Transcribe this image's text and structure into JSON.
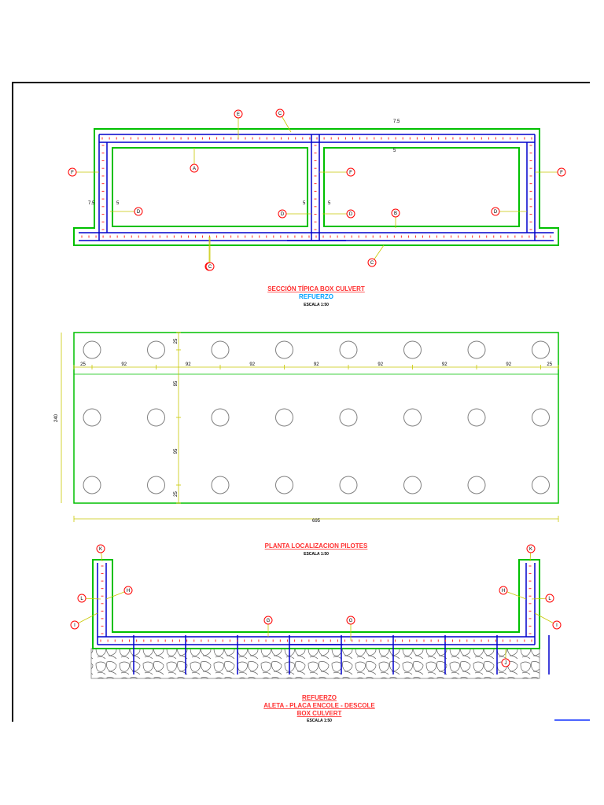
{
  "section": {
    "title": "SECCIÓN TÍPICA BOX CULVERT",
    "subtitle": "REFUERZO",
    "scale": "ESCALA 1:50",
    "labels": [
      "E",
      "C",
      "A",
      "F",
      "F",
      "F",
      "D",
      "D",
      "D",
      "D",
      "B",
      "C",
      "C",
      "C"
    ],
    "dims": [
      "7.5",
      "5",
      "7.5",
      "5",
      "5",
      "5"
    ]
  },
  "plan": {
    "title": "PLANTA LOCALIZACION PILOTES",
    "scale": "ESCALA 1:50",
    "overall_length": "695",
    "overall_height": "240",
    "spacings": [
      "25",
      "92",
      "92",
      "92",
      "92",
      "92",
      "92",
      "92",
      "25"
    ],
    "vertical_dims": [
      "25",
      "95",
      "95",
      "25"
    ],
    "rows": 3,
    "cols": 8
  },
  "wingwall": {
    "title1": "REFUERZO",
    "title2": "ALETA - PLACA ENCOLE - DESCOLE",
    "title3": "BOX CULVERT",
    "scale": "ESCALA 1:50",
    "labels_left": [
      "K",
      "H",
      "L",
      "I"
    ],
    "labels_right": [
      "K",
      "H",
      "L",
      "I"
    ],
    "labels_bottom": [
      "G",
      "G",
      "J"
    ]
  },
  "colors": {
    "border": "#000000",
    "outline": "#00c000",
    "rebar": "#0000cc",
    "stirrup": "#ff3030",
    "dimension": "#c8c800",
    "title": "#ff3030",
    "subtitle": "#00a0ff",
    "tag": "#ff0000"
  }
}
